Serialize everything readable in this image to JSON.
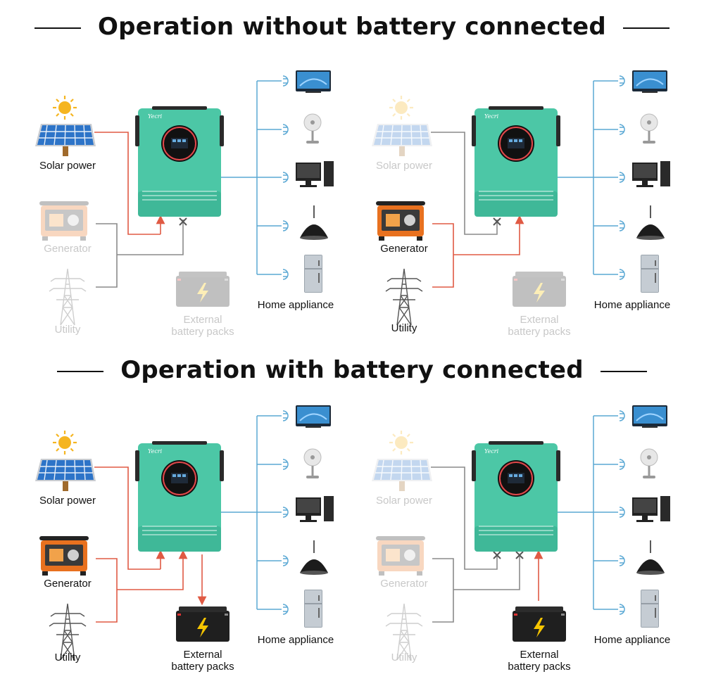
{
  "sections": [
    {
      "title": "Operation without battery connected"
    },
    {
      "title": "Operation with battery connected"
    }
  ],
  "labels": {
    "solar": "Solar power",
    "generator": "Generator",
    "utility": "Utility",
    "battery_line1": "External",
    "battery_line2": "battery packs",
    "home": "Home appliance"
  },
  "colors": {
    "inverter_body": "#4cc7a6",
    "active_line": "#e05a44",
    "inactive_line": "#8a8a8a",
    "output_line": "#5aa8d4"
  },
  "scenarios": [
    {
      "solar": "active",
      "generator": "inactive",
      "utility": "inactive",
      "battery": "inactive"
    },
    {
      "solar": "inactive",
      "generator": "active",
      "utility": "active",
      "battery": "inactive"
    },
    {
      "solar": "active",
      "generator": "active",
      "utility": "active",
      "battery": "charging"
    },
    {
      "solar": "inactive",
      "generator": "inactive",
      "utility": "inactive",
      "battery": "discharging"
    }
  ],
  "appliances": [
    "tv-icon",
    "fan-icon",
    "computer-icon",
    "lamp-icon",
    "fridge-icon"
  ]
}
